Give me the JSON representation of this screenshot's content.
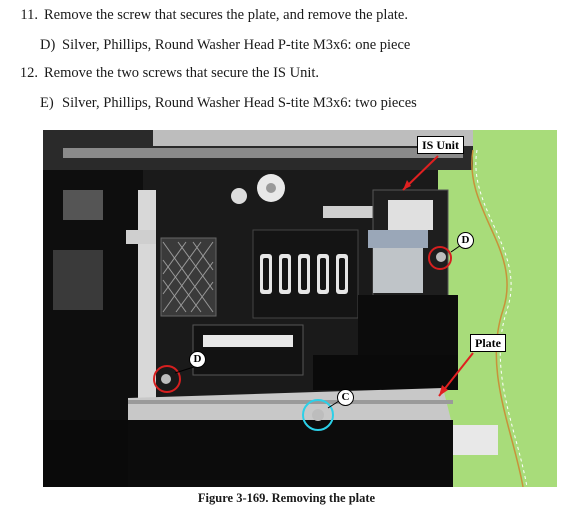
{
  "steps": [
    {
      "number": "11.",
      "text": "Remove the screw that secures the plate, and remove the plate."
    },
    {
      "number": "12.",
      "text": "Remove the two screws that secure the IS Unit."
    }
  ],
  "parts": [
    {
      "letter": "D)",
      "text": "Silver, Phillips, Round Washer Head P-tite M3x6: one piece"
    },
    {
      "letter": "E)",
      "text": "Silver, Phillips, Round Washer Head S-tite M3x6: two pieces"
    }
  ],
  "photo": {
    "callouts": {
      "is_unit": "IS Unit",
      "plate": "Plate"
    },
    "markers": {
      "d_upper": "D",
      "d_lower": "D",
      "c": "C"
    },
    "colors": {
      "red_marker": "#d61f1f",
      "cyan_marker": "#2bd0e8",
      "arrow": "#e02020",
      "background_green": "#a8dc7a"
    }
  },
  "caption": "Figure 3-169.  Removing the plate"
}
